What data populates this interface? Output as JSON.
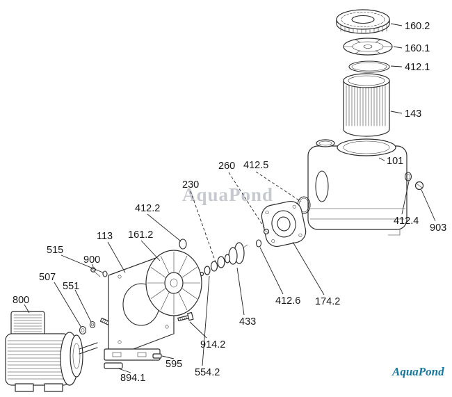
{
  "watermark": {
    "text": "AquaPond"
  },
  "brand": {
    "text": "AquaPond",
    "color": "#17789e"
  },
  "labels": [
    {
      "text": "160.2"
    },
    {
      "text": "160.1"
    },
    {
      "text": "412.1"
    },
    {
      "text": "143"
    },
    {
      "text": "101"
    },
    {
      "text": "412.4"
    },
    {
      "text": "903"
    },
    {
      "text": "412.5"
    },
    {
      "text": "260"
    },
    {
      "text": "230"
    },
    {
      "text": "412.2"
    },
    {
      "text": "161.2"
    },
    {
      "text": "113"
    },
    {
      "text": "515"
    },
    {
      "text": "900"
    },
    {
      "text": "507"
    },
    {
      "text": "551"
    },
    {
      "text": "800"
    },
    {
      "text": "174.2"
    },
    {
      "text": "412.6"
    },
    {
      "text": "433"
    },
    {
      "text": "914.2"
    },
    {
      "text": "595"
    },
    {
      "text": "554.2"
    },
    {
      "text": "894.1"
    }
  ]
}
